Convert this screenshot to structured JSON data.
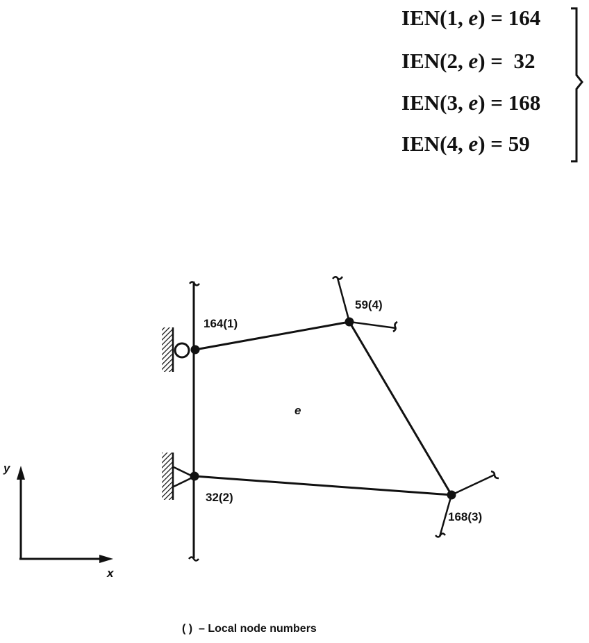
{
  "ien_table": {
    "rows": [
      {
        "prefix": "IEN(1, ",
        "var": "e",
        "suffix": ") = 164"
      },
      {
        "prefix": "IEN(2, ",
        "var": "e",
        "suffix": ") =  32"
      },
      {
        "prefix": "IEN(3, ",
        "var": "e",
        "suffix": ") = 168"
      },
      {
        "prefix": "IEN(4, ",
        "var": "e",
        "suffix": ") = 59"
      }
    ]
  },
  "nodes": {
    "n164": "164(1)",
    "n32": "32(2)",
    "n168": "168(3)",
    "n59": "59(4)"
  },
  "element_label": "e",
  "axes": {
    "x": "x",
    "y": "y"
  },
  "legend": {
    "symbol": "( )",
    "text": "– Local node numbers"
  }
}
